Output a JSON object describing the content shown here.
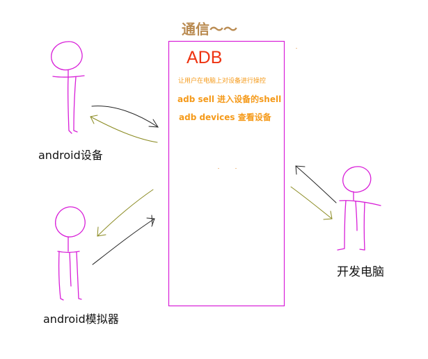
{
  "diagram": {
    "title": "通信～～",
    "adb_box": {
      "title": "ADB",
      "description": "让用户在电脑上对设备进行操控",
      "commands": [
        "adb sell 进入设备的shell",
        "adb devices 查看设备"
      ]
    },
    "nodes": {
      "device": "android设备",
      "emulator": "android模拟器",
      "pc": "开发电脑"
    },
    "colors": {
      "stick_figure": "#d81ed8",
      "box_border": "#d81ed8",
      "title": "#b98a50",
      "adb_title": "#ee3311",
      "adb_text": "#f59a1a",
      "arrow_dark": "#222222",
      "arrow_olive": "#8a8a20"
    }
  }
}
